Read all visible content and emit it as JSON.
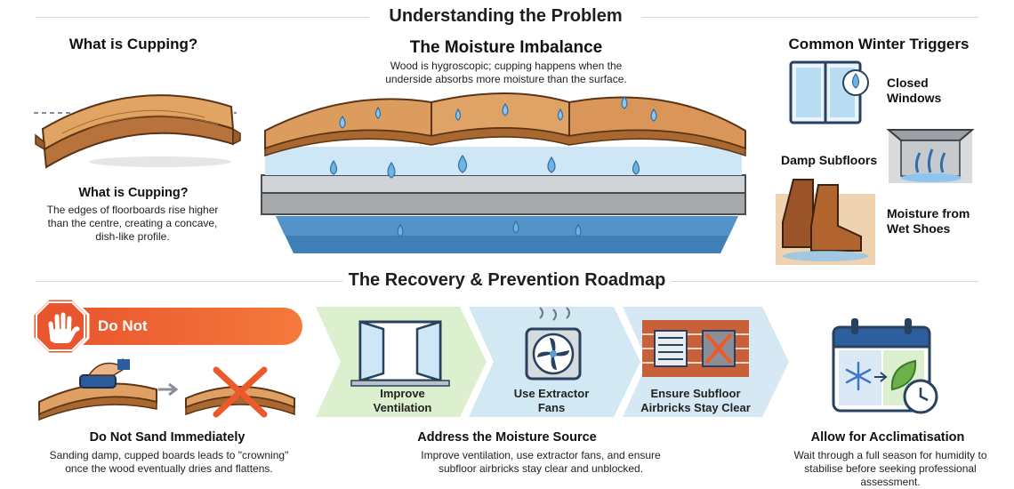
{
  "header": {
    "top_title": "Understanding the Problem",
    "roadmap_title": "The Recovery & Prevention Roadmap"
  },
  "cupping": {
    "heading": "What is Cupping?",
    "subheading": "What is Cupping?",
    "description": "The edges of floorboards rise higher than the centre, creating a concave, dish-like profile."
  },
  "moisture": {
    "heading": "The Moisture Imbalance",
    "description": "Wood is hygroscopic; cupping happens when the underside absorbs more moisture than the surface."
  },
  "triggers": {
    "heading": "Common Winter Triggers",
    "items": [
      {
        "label": "Closed Windows",
        "icon": "window-icon"
      },
      {
        "label": "Damp Subfloors",
        "icon": "damp-subfloor-icon"
      },
      {
        "label": "Moisture from Wet Shoes",
        "icon": "wet-boots-icon"
      }
    ]
  },
  "roadmap": {
    "do_not": {
      "badge": "Do Not",
      "heading": "Do Not Sand Immediately",
      "description": "Sanding damp, cupped boards leads to \"crowning\" once the wood eventually dries and flattens."
    },
    "steps": [
      {
        "label": "Improve Ventilation",
        "icon": "open-window-icon"
      },
      {
        "label": "Use Extractor Fans",
        "icon": "extractor-fan-icon"
      },
      {
        "label": "Ensure Subfloor Airbricks Stay Clear",
        "icon": "airbrick-icon"
      }
    ],
    "moisture_source": {
      "heading": "Address the Moisture Source",
      "description": "Improve ventilation, use extractor fans, and ensure subfloor airbricks stay clear and unblocked."
    },
    "acclimatise": {
      "heading": "Allow for Acclimatisation",
      "description": "Wait through a full season for humidity to stabilise before seeking professional assessment."
    }
  },
  "colors": {
    "accent_orange": "#ee5b2f",
    "wood": "#d99a5e",
    "water": "#6fb3e3",
    "green_step": "#dff0cf",
    "blue_step": "#d3e9f3"
  }
}
